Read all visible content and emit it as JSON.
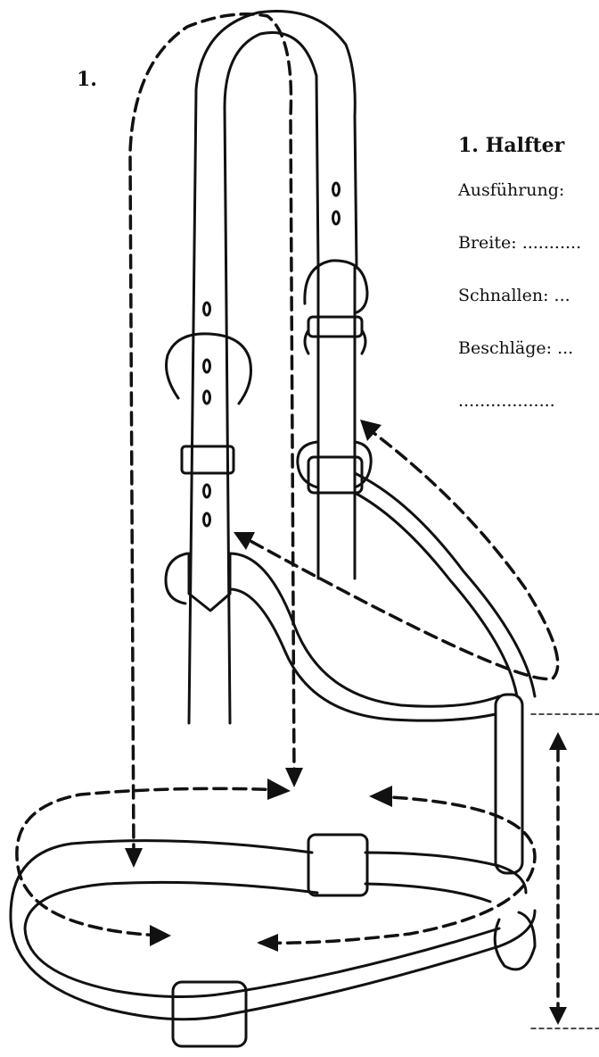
{
  "diagram": {
    "number_label": "1.",
    "title": "1. Halfter",
    "fields": [
      {
        "label": "Ausführung:",
        "dots": ""
      },
      {
        "label": "Breite: ",
        "dots": "..........."
      },
      {
        "label": "Schnallen: ",
        "dots": "..."
      },
      {
        "label": "Beschläge: ",
        "dots": "..."
      },
      {
        "label": "",
        "dots": ".................."
      }
    ],
    "stroke_color": "#111111"
  }
}
